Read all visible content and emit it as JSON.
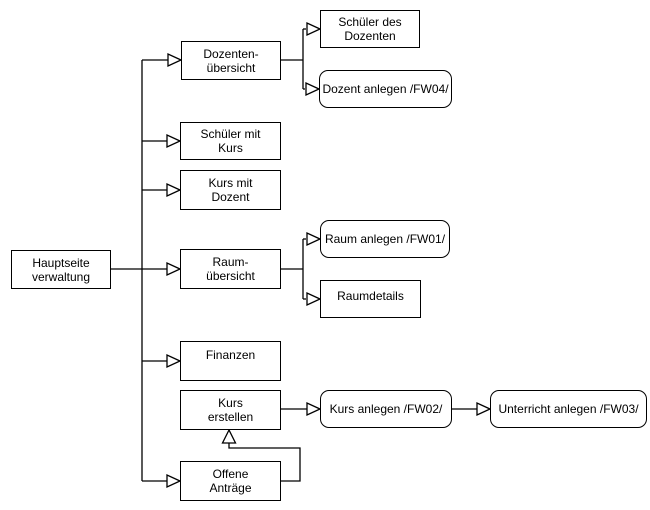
{
  "diagram": {
    "background_color": "#ffffff",
    "stroke_color": "#000000",
    "text_color": "#000000",
    "node_fill_color": "#ffffff",
    "arrow_style": "open-triangle",
    "nodes": [
      {
        "id": "hauptseite-verwaltung",
        "label": "Hauptseite\nverwaltung",
        "shape": "rect"
      },
      {
        "id": "dozenten-uebersicht",
        "label": "Dozenten-\nübersicht",
        "shape": "rect"
      },
      {
        "id": "schueler-mit-kurs",
        "label": "Schüler mit\nKurs",
        "shape": "rect"
      },
      {
        "id": "kurs-mit-dozent",
        "label": "Kurs mit\nDozent",
        "shape": "rect"
      },
      {
        "id": "raum-uebersicht",
        "label": "Raum-\nübersicht",
        "shape": "rect"
      },
      {
        "id": "finanzen",
        "label": "Finanzen",
        "shape": "rect"
      },
      {
        "id": "kurs-erstellen",
        "label": "Kurs\nerstellen",
        "shape": "rect"
      },
      {
        "id": "offene-antraege",
        "label": "Offene\nAnträge",
        "shape": "rect"
      },
      {
        "id": "schueler-des-dozenten",
        "label": "Schüler des\nDozenten",
        "shape": "rect"
      },
      {
        "id": "dozent-anlegen-fw04",
        "label": "Dozent anlegen /FW04/",
        "shape": "rounded"
      },
      {
        "id": "raum-anlegen-fw01",
        "label": "Raum anlegen /FW01/",
        "shape": "rounded"
      },
      {
        "id": "raumdetails",
        "label": "Raumdetails",
        "shape": "rect"
      },
      {
        "id": "kurs-anlegen-fw02",
        "label": "Kurs anlegen /FW02/",
        "shape": "rounded"
      },
      {
        "id": "unterricht-anlegen-fw03",
        "label": "Unterricht anlegen /FW03/",
        "shape": "rounded"
      }
    ],
    "edges": [
      {
        "from": "hauptseite-verwaltung",
        "to": "dozenten-uebersicht",
        "arrow": "open-triangle"
      },
      {
        "from": "hauptseite-verwaltung",
        "to": "schueler-mit-kurs",
        "arrow": "open-triangle"
      },
      {
        "from": "hauptseite-verwaltung",
        "to": "kurs-mit-dozent",
        "arrow": "open-triangle"
      },
      {
        "from": "hauptseite-verwaltung",
        "to": "raum-uebersicht",
        "arrow": "open-triangle"
      },
      {
        "from": "hauptseite-verwaltung",
        "to": "finanzen",
        "arrow": "open-triangle"
      },
      {
        "from": "hauptseite-verwaltung",
        "to": "offene-antraege",
        "arrow": "open-triangle"
      },
      {
        "from": "dozenten-uebersicht",
        "to": "schueler-des-dozenten",
        "arrow": "open-triangle"
      },
      {
        "from": "dozenten-uebersicht",
        "to": "dozent-anlegen-fw04",
        "arrow": "open-triangle"
      },
      {
        "from": "raum-uebersicht",
        "to": "raum-anlegen-fw01",
        "arrow": "open-triangle"
      },
      {
        "from": "raum-uebersicht",
        "to": "raumdetails",
        "arrow": "open-triangle"
      },
      {
        "from": "kurs-erstellen",
        "to": "kurs-anlegen-fw02",
        "arrow": "open-triangle"
      },
      {
        "from": "kurs-anlegen-fw02",
        "to": "unterricht-anlegen-fw03",
        "arrow": "open-triangle"
      },
      {
        "from": "offene-antraege",
        "to": "kurs-erstellen",
        "arrow": "open-triangle-up"
      }
    ]
  }
}
